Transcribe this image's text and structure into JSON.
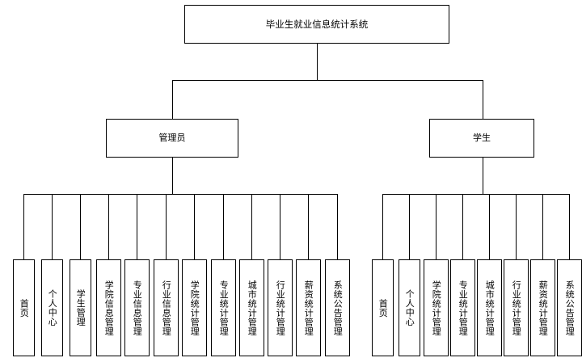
{
  "diagram": {
    "type": "org-chart",
    "root": {
      "label": "毕业生就业信息统计系统"
    },
    "branches": [
      {
        "label": "管理员",
        "children": [
          {
            "label": "首页"
          },
          {
            "label": "个人中心"
          },
          {
            "label": "学生管理"
          },
          {
            "label": "学院信息管理"
          },
          {
            "label": "专业信息管理"
          },
          {
            "label": "行业信息管理"
          },
          {
            "label": "学院统计管理"
          },
          {
            "label": "专业统计管理"
          },
          {
            "label": "城市统计管理"
          },
          {
            "label": "行业统计管理"
          },
          {
            "label": "薪资统计管理"
          },
          {
            "label": "系统公告管理"
          }
        ]
      },
      {
        "label": "学生",
        "children": [
          {
            "label": "首页"
          },
          {
            "label": "个人中心"
          },
          {
            "label": "学院统计管理"
          },
          {
            "label": "专业统计管理"
          },
          {
            "label": "城市统计管理"
          },
          {
            "label": "行业统计管理"
          },
          {
            "label": "薪资统计管理"
          },
          {
            "label": "系统公告管理"
          }
        ]
      }
    ]
  }
}
